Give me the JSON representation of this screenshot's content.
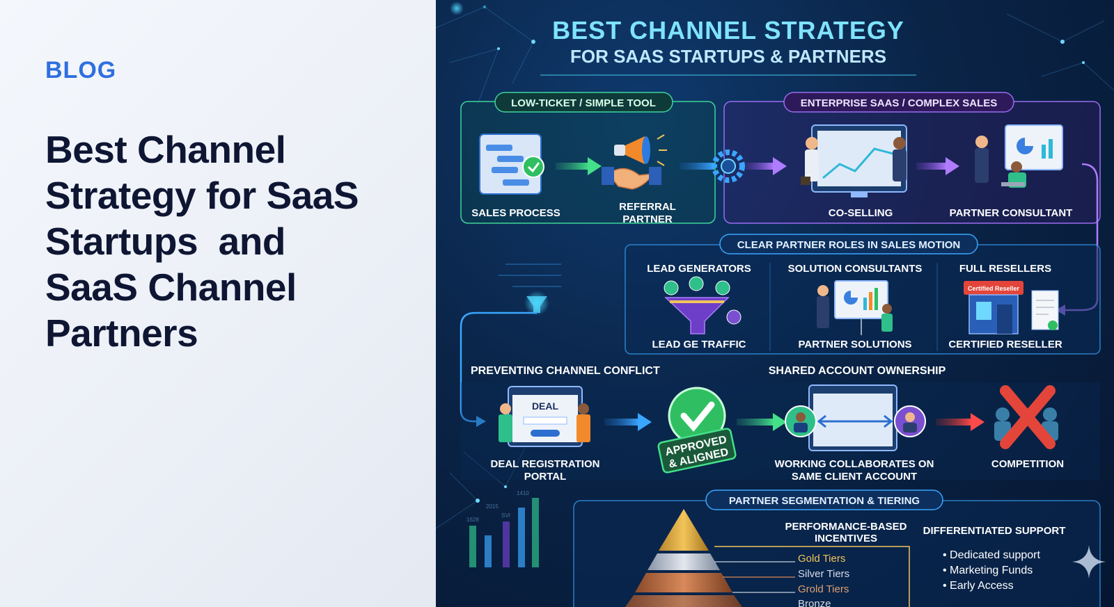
{
  "blog": {
    "kicker": "BLOG",
    "headline_lines": [
      "Best Channel",
      "Strategy for SaaS",
      "Startups  and",
      "SaaS Channel",
      "Partners"
    ]
  },
  "infographic": {
    "title": "BEST CHANNEL STRATEGY",
    "subtitle": "FOR SAAS STARTUPS & PARTNERS",
    "low_ticket": {
      "tag": "LOW-TICKET / SIMPLE TOOL",
      "step1": "SALES PROCESS",
      "step2_line1": "REFERRAL",
      "step2_line2": "PARTNER"
    },
    "enterprise": {
      "tag": "ENTERPRISE SAAS / COMPLEX SALES",
      "step1": "CO-SELLING",
      "step2": "PARTNER CONSULTANT"
    },
    "roles": {
      "tag": "CLEAR PARTNER ROLES IN SALES MOTION",
      "col1_title": "LEAD GENERATORS",
      "col1_caption": "LEAD GE TRAFFIC",
      "col2_title": "SOLUTION CONSULTANTS",
      "col2_caption": "PARTNER SOLUTIONS",
      "col3_title": "FULL RESELLERS",
      "col3_caption": "CERTIFIED RESELLER",
      "col3_sign": "Certified Reseller"
    },
    "conflict": {
      "title": "PREVENTING CHANNEL CONFLICT",
      "deal_word": "DEAL",
      "portal_line1": "DEAL REGISTRATION",
      "portal_line2": "PORTAL",
      "stamp_line1": "APPROVED",
      "stamp_line2": "& ALIGNED"
    },
    "shared": {
      "title": "SHARED ACCOUNT OWNERSHIP",
      "caption_line1": "WORKING COLLABORATES ON",
      "caption_line2": "SAME CLIENT ACCOUNT",
      "competition": "COMPETITION"
    },
    "segmentation": {
      "tag": "PARTNER SEGMENTATION & TIERING",
      "incentives_line1": "PERFORMANCE-BASED",
      "incentives_line2": "INCENTIVES",
      "tiers": [
        "Gold Tiers",
        "Silver Tiers",
        "Grold Tiers",
        "Bronze"
      ],
      "support_title": "DIFFERENTIATED SUPPORT",
      "support_items": [
        "• Dedicated support",
        "• Marketing Funds",
        "• Early Access"
      ]
    },
    "bg_labels": [
      "2015",
      "1410",
      "1628",
      "SVI"
    ]
  },
  "colors": {
    "accent_blue": "#2f6fdf",
    "headline": "#0e1633",
    "green_panel": "#3ed59a",
    "purple_panel": "#9a6cf0",
    "cyan_title": "#7fe3ff"
  }
}
